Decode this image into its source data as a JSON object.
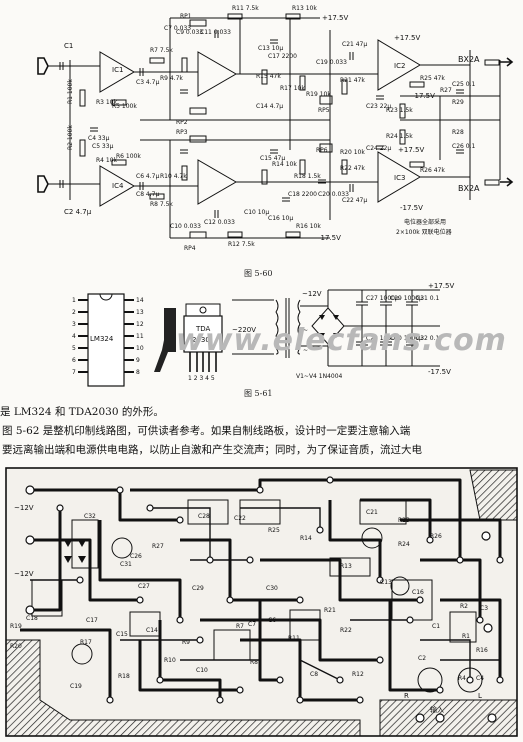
{
  "fig60": {
    "caption": "图 5-60",
    "note_line1": "电位器全部采用",
    "note_line2": "2×100k 双联电位器",
    "supply_pos": "+17.5V",
    "supply_neg": "-17.5V",
    "out1": "BX2A",
    "out2": "BX2A",
    "labels": [
      "C1",
      "R1 100k",
      "R3 10k",
      "R5 100k",
      "R7 7.5k",
      "C3 4.7μ",
      "C4 33μ",
      "RP1",
      "R9 4.7k",
      "C9 0.033",
      "C11 0.033",
      "R11 7.5k",
      "R13 10k",
      "C13 10μ",
      "C17 2200",
      "R15 47k",
      "R17 10k",
      "R19 10k",
      "RP5",
      "C19 0.033",
      "C21 47μ",
      "R21 47k",
      "C23 22μ",
      "R23 1.5k",
      "R25 47k",
      "R27",
      "C25 0.1",
      "R29",
      "IC1",
      "IC2",
      "IC3",
      "IC4",
      "RP2",
      "RP3",
      "RP4",
      "RP6",
      "R2 100k",
      "R4 10k",
      "R6 100k",
      "R8 7.5k",
      "C2 4.7μ",
      "C5 33μ",
      "C6 4.7μ",
      "C8 4.7μ",
      "R10 4.7k",
      "C10 0.033",
      "C12 0.033",
      "R12 7.5k",
      "C14 4.7μ",
      "R14 10k",
      "C15 47μ",
      "R16 10k",
      "C16 10μ",
      "C18 2200",
      "C20 0.033",
      "C22 47μ",
      "R18 1.5k",
      "R20 10k",
      "R22 47k",
      "R24 1.5k",
      "C24 22μ",
      "R26 47k",
      "C26 0.1",
      "R28",
      "C7 0.033",
      "C10 10μ"
    ]
  },
  "fig61": {
    "caption": "图 5-61",
    "chip1": "LM324",
    "chip2_line1": "TDA",
    "chip2_line2": "2030",
    "mains": "~220V",
    "secondary": "~12V",
    "bridge": "V1~V4 1N4004",
    "supply_pos": "+17.5V",
    "supply_neg": "-17.5V",
    "caps": [
      "C27 1000μ",
      "C29 1000μ",
      "C31 0.1",
      "C28 1000μ",
      "C30 1000μ",
      "C32 0.1"
    ]
  },
  "text": {
    "line1": "是 LM324 和 TDA2030 的外形。",
    "line2": "图 5-62 是整机印制线路图，可供读者参考。如果自制线路板，设计时一定要注意输入端",
    "line3": "要远离输出端和电源供电电路，以防止自激和产生交流声；同时，为了保证音质，流过大电"
  },
  "pcb": {
    "ac1": "~12V",
    "ac2": "~12V",
    "input_label": "输入",
    "input_R": "R",
    "input_L": "L",
    "parts": [
      "C32",
      "C26",
      "R27",
      "C31",
      "C27",
      "C28",
      "C29",
      "C22",
      "C30",
      "C21",
      "R25",
      "R26",
      "C13",
      "R13",
      "R14",
      "C18",
      "R19",
      "C17",
      "C15",
      "R20",
      "C19",
      "R17",
      "R18",
      "C14",
      "R10",
      "C6",
      "C7",
      "C10",
      "R7",
      "R11",
      "R12",
      "C16",
      "C3",
      "R2",
      "R1",
      "R16",
      "C1",
      "C2",
      "R4",
      "C4",
      "R8",
      "C8",
      "R23",
      "R24",
      "R9",
      "R21",
      "R22"
    ],
    "watermark": "www.elecfans.com"
  }
}
